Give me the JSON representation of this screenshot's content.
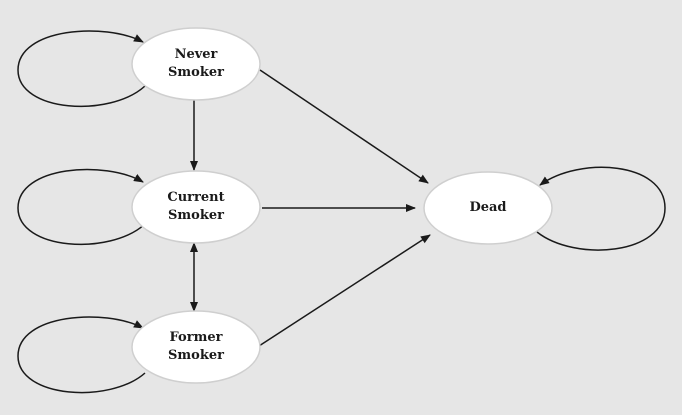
{
  "diagram": {
    "background": "#e6e6e6",
    "node_fill": "#ffffff",
    "node_stroke": "#cfcfcf",
    "edge_color": "#1a1a1a",
    "nodes": {
      "never": {
        "label": "Never\nSmoker"
      },
      "current": {
        "label": "Current\nSmoker"
      },
      "former": {
        "label": "Former\nSmoker"
      },
      "dead": {
        "label": "Dead"
      }
    },
    "edges": [
      {
        "from": "Never Smoker",
        "to": "Never Smoker",
        "type": "self-loop"
      },
      {
        "from": "Current Smoker",
        "to": "Current Smoker",
        "type": "self-loop"
      },
      {
        "from": "Former Smoker",
        "to": "Former Smoker",
        "type": "self-loop"
      },
      {
        "from": "Dead",
        "to": "Dead",
        "type": "self-loop"
      },
      {
        "from": "Never Smoker",
        "to": "Current Smoker",
        "type": "directed"
      },
      {
        "from": "Current Smoker",
        "to": "Former Smoker",
        "type": "bidirectional"
      },
      {
        "from": "Never Smoker",
        "to": "Dead",
        "type": "directed"
      },
      {
        "from": "Current Smoker",
        "to": "Dead",
        "type": "directed"
      },
      {
        "from": "Former Smoker",
        "to": "Dead",
        "type": "directed"
      }
    ]
  }
}
